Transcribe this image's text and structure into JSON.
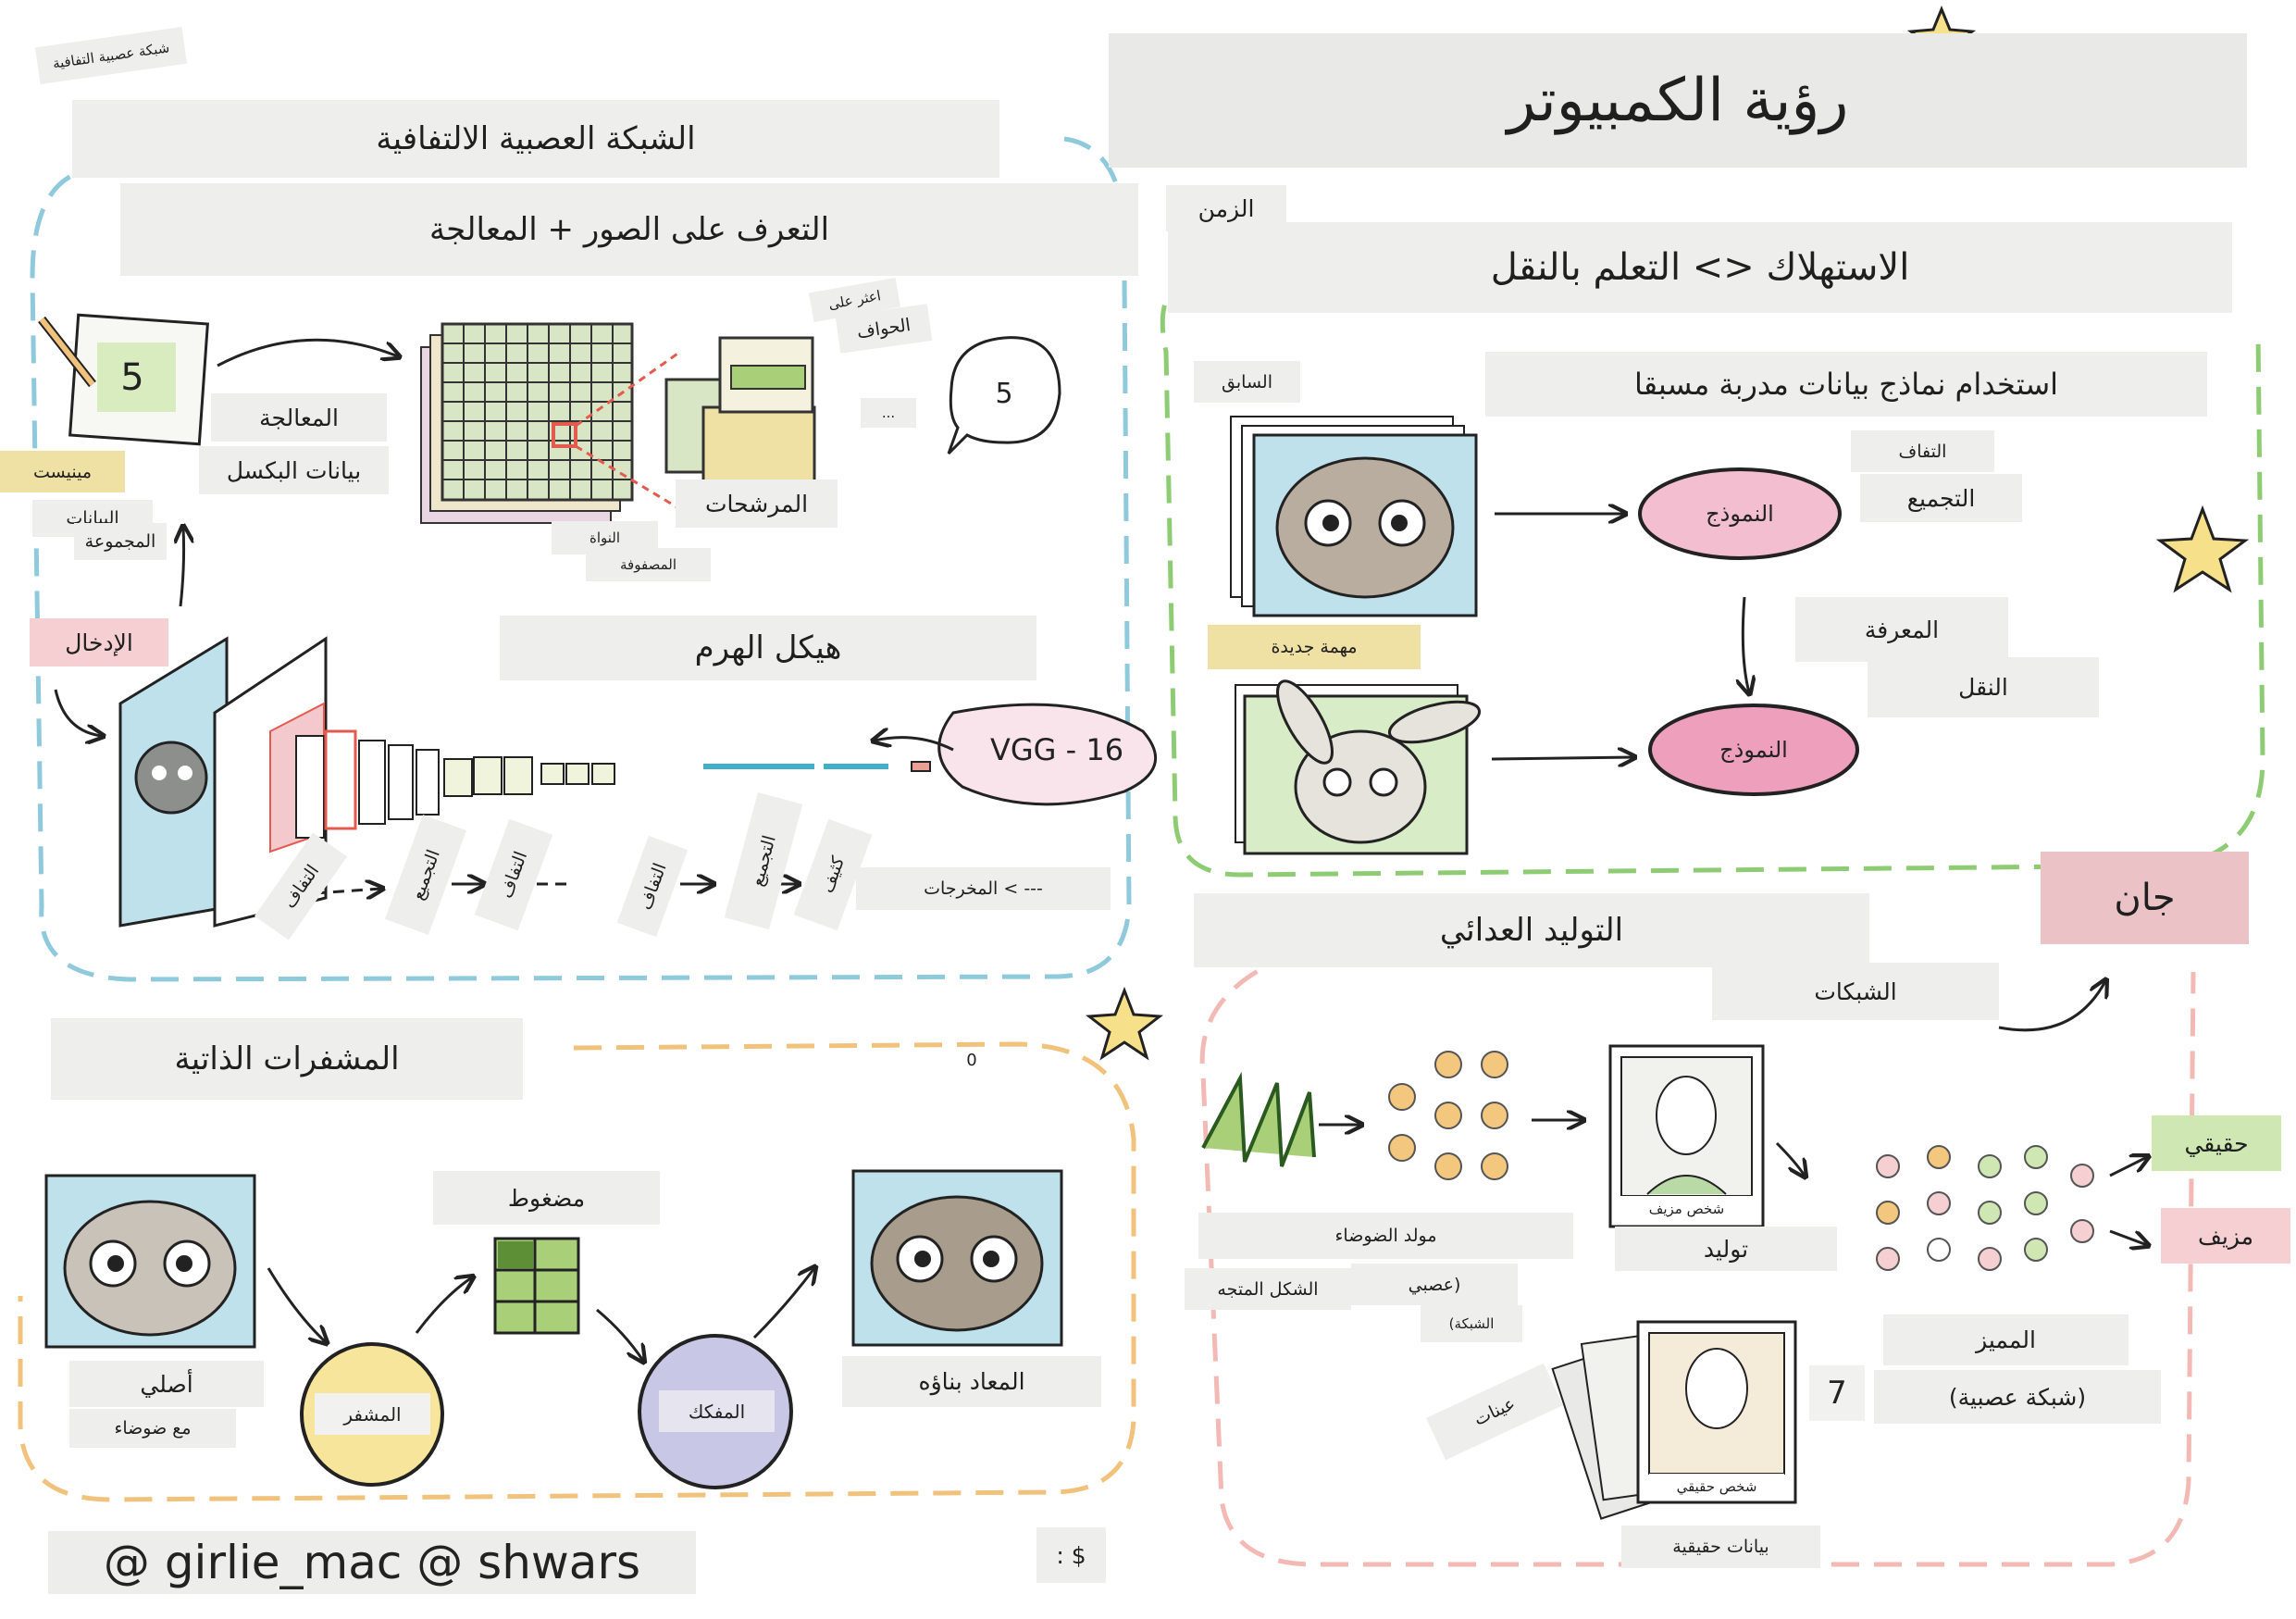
{
  "title": "رؤية الكمبيوتر",
  "sections": {
    "cnn": {
      "corner_note": "شبكة عصبية التفافية",
      "title": "الشبكة العصبية الالتفافية",
      "subtitle": "التعرف على الصور + المعالجة",
      "digit": "5",
      "processing": "المعالجة",
      "pixel_data": "بيانات البكسل",
      "mnist": "مينيست",
      "data_set_top": "البيانات",
      "data_set_bottom": "المجموعة",
      "kernel": "النواة",
      "matrix": "المصفوفة",
      "filters": "المرشحات",
      "find_on": "اعثر على",
      "edges": "الحواف",
      "ellipsis": "...",
      "prediction": "5",
      "input": "الإدخال",
      "pyramid": "هيكل الهرم",
      "vgg": "VGG - 16",
      "layer_conv1": "التفاف",
      "layer_pool1": "التجميع",
      "layer_conv2": "التفاف",
      "layer_conv3": "التفاف",
      "layer_pool2": "التجميع",
      "layer_dense": "كثيف",
      "outputs": "--- > المخرجات"
    },
    "transfer": {
      "time": "الزمن",
      "title": "الاستهلاك <> التعلم بالنقل",
      "subtitle": "استخدام نماذج بيانات مدربة مسبقا",
      "previous": "السابق",
      "new_task": "مهمة جديدة",
      "model_top": "النموذج",
      "model_bottom": "النموذج",
      "conv": "التفاف",
      "pool": "التجميع",
      "knowledge": "المعرفة",
      "transfer_word": "النقل"
    },
    "gan": {
      "badge": "جان",
      "title": "التوليد العدائي",
      "networks": "الشبكات",
      "noise_generator": "مولد الضوضاء",
      "vector_shape": "الشكل المتجه",
      "neural": "(عصبي",
      "network": "الشبكة)",
      "fake_person": "شخص مزيف",
      "generate": "توليد",
      "real_person": "شخص حقيقي",
      "samples": "عينات",
      "seven": "7",
      "real_data": "بيانات حقيقية",
      "discriminator": "المميز",
      "neural_network": "(شبكة عصبية)",
      "real": "حقيقي",
      "fake": "مزيف"
    },
    "autoencoder": {
      "title": "المشفرات الذاتية",
      "compressed": "مضغوط",
      "original": "أصلي",
      "with_noise": "مع ضوضاء",
      "encoder": "المشفر",
      "decoder": "المفكك",
      "reconstructed": "المعاد بناؤه",
      "small_zero": "0",
      "tag_marks": ": $"
    }
  },
  "credit": "@ girlie_mac @ shwars",
  "colors": {
    "cnn_border": "#8fc9dc",
    "transfer_border": "#8dcc73",
    "gan_border": "#f2b9b5",
    "autoencoder_border": "#f1c27c",
    "encoder_fill": "#f6e59a",
    "decoder_fill": "#c9c7e6",
    "model_fill": "#f3bfd0",
    "gan_badge": "#ebc3c7",
    "yellow_tag": "#efe0a4",
    "green_tag": "#cfe8b3",
    "pink_tag": "#f6cfd2"
  }
}
